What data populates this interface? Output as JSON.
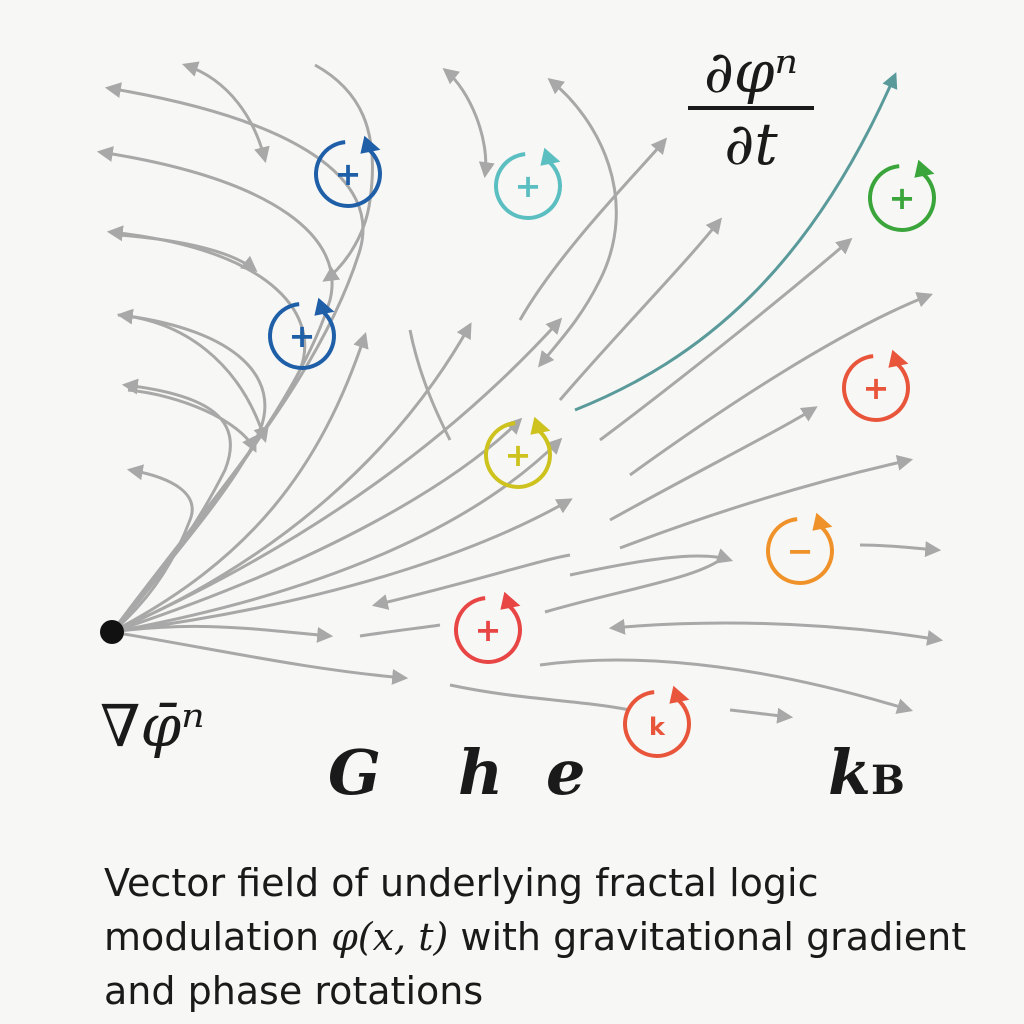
{
  "labels": {
    "grad_phi": "∇φ̄ⁿ",
    "G": "G",
    "h": "h",
    "e": "e",
    "kB_k": "k",
    "kB_sub": "B",
    "frac_num": "∂φⁿ",
    "frac_den": "∂t"
  },
  "caption": {
    "line1": "Vector field of underlying fractal logic",
    "line2_pre": "modulation ",
    "line2_math": "φ(x, t)",
    "line2_post": " with gravitational gradient",
    "line3": "and phase rotations"
  },
  "vortices": [
    {
      "symbol": "+",
      "color": "#1f5fa8"
    },
    {
      "symbol": "+",
      "color": "#5bbfc2"
    },
    {
      "symbol": "+",
      "color": "#3aa53a"
    },
    {
      "symbol": "+",
      "color": "#1f5fa8"
    },
    {
      "symbol": "+",
      "color": "#e8553b"
    },
    {
      "symbol": "+",
      "color": "#cdc21e"
    },
    {
      "symbol": "−",
      "color": "#f0922a"
    },
    {
      "symbol": "+",
      "color": "#e84545"
    },
    {
      "symbol": "k",
      "color": "#e8553b"
    }
  ],
  "colors": {
    "arrow": "#a8a8a8",
    "highlight_arrow": "#5a9a9a",
    "source_dot": "#111111"
  }
}
